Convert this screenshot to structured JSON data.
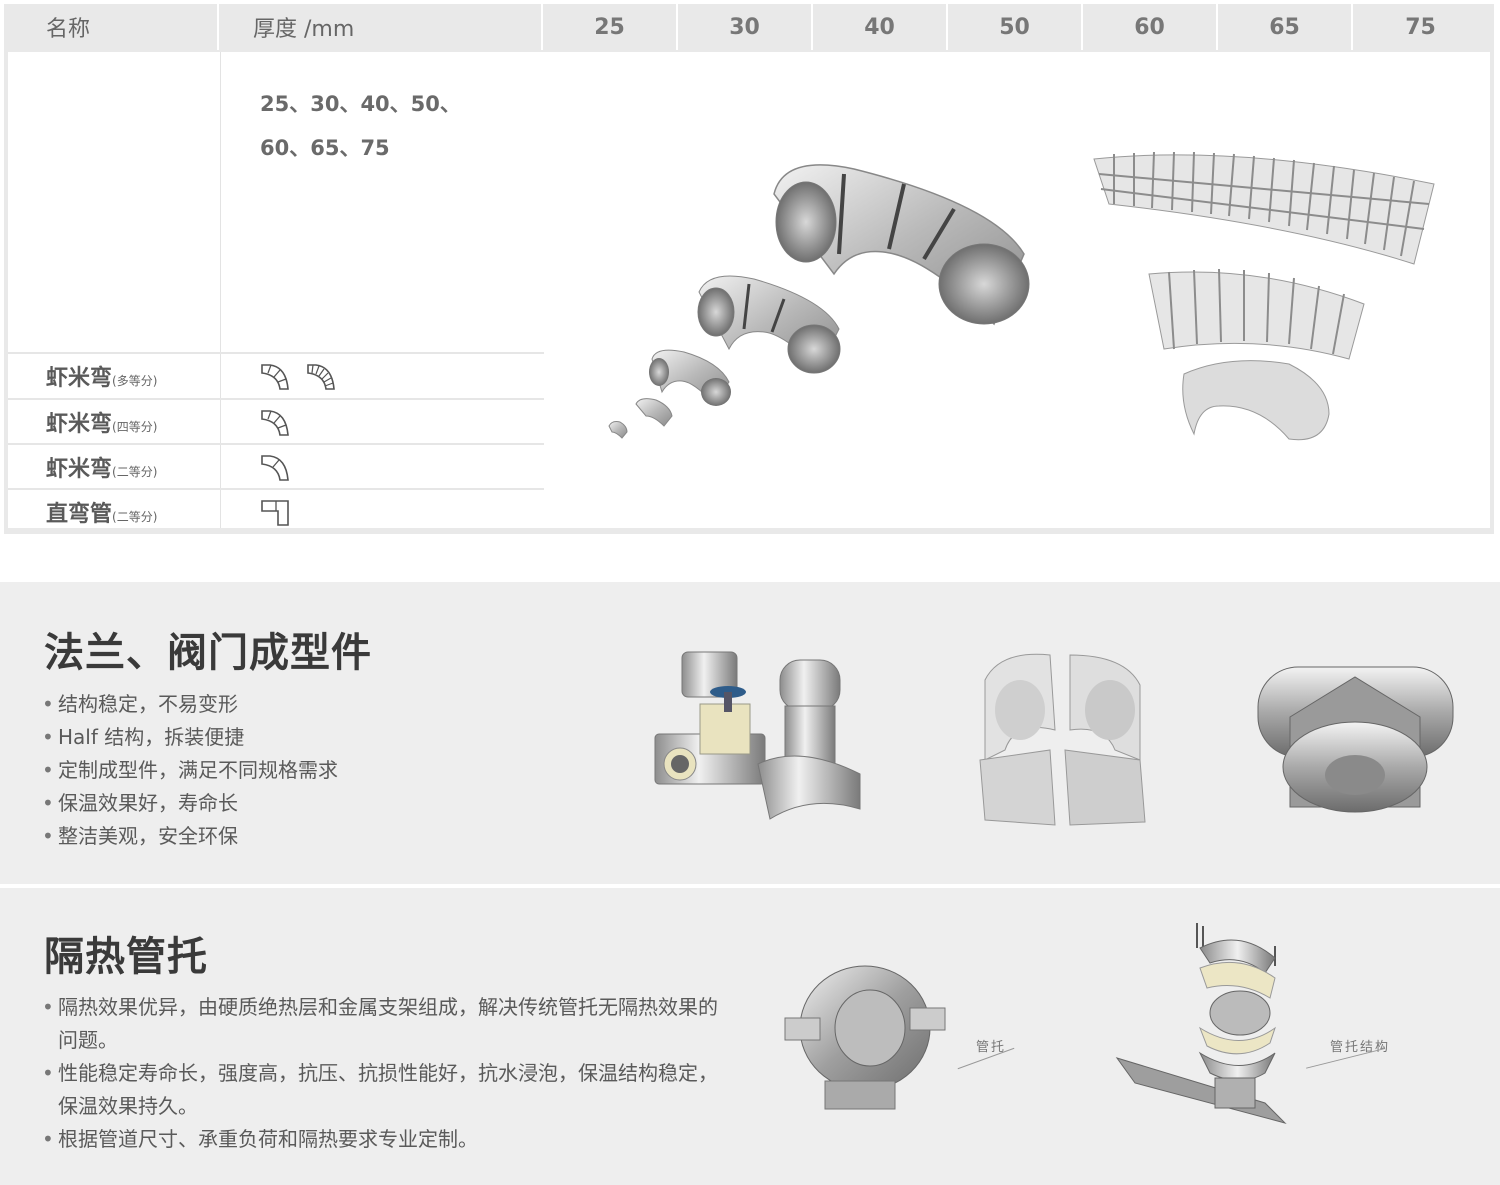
{
  "spec_table": {
    "header": {
      "name_label": "名称",
      "thickness_label": "厚度 /mm",
      "sizes": [
        "25",
        "30",
        "40",
        "50",
        "60",
        "65",
        "75"
      ]
    },
    "thickness_values_line1": "25、30、40、50、",
    "thickness_values_line2": "60、65、75",
    "bend_rows": [
      {
        "name": "虾米弯",
        "note": "(多等分)",
        "icon": "multi-segment-elbow-icons"
      },
      {
        "name": "虾米弯",
        "note": "(四等分)",
        "icon": "four-segment-elbow-icon"
      },
      {
        "name": "虾米弯",
        "note": "(二等分)",
        "icon": "two-segment-elbow-icon"
      },
      {
        "name": "直弯管",
        "note": "(二等分)",
        "icon": "right-angle-elbow-icon"
      }
    ]
  },
  "flange_section": {
    "title": "法兰、阀门成型件",
    "bullets": [
      "结构稳定，不易变形",
      "Half 结构，拆装便捷",
      "定制成型件，满足不同规格需求",
      "保温效果好，寿命长",
      "整洁美观，安全环保"
    ]
  },
  "support_section": {
    "title": "隔热管托",
    "bullets": [
      "隔热效果优异，由硬质绝热层和金属支架组成，解决传统管托无隔热效果的问题。",
      "性能稳定寿命长，强度高，抗压、抗损性能好，抗水浸泡，保温结构稳定，保温效果持久。",
      "根据管道尺寸、承重负荷和隔热要求专业定制。"
    ],
    "caption_support": "管托",
    "caption_structure": "管托结构"
  }
}
